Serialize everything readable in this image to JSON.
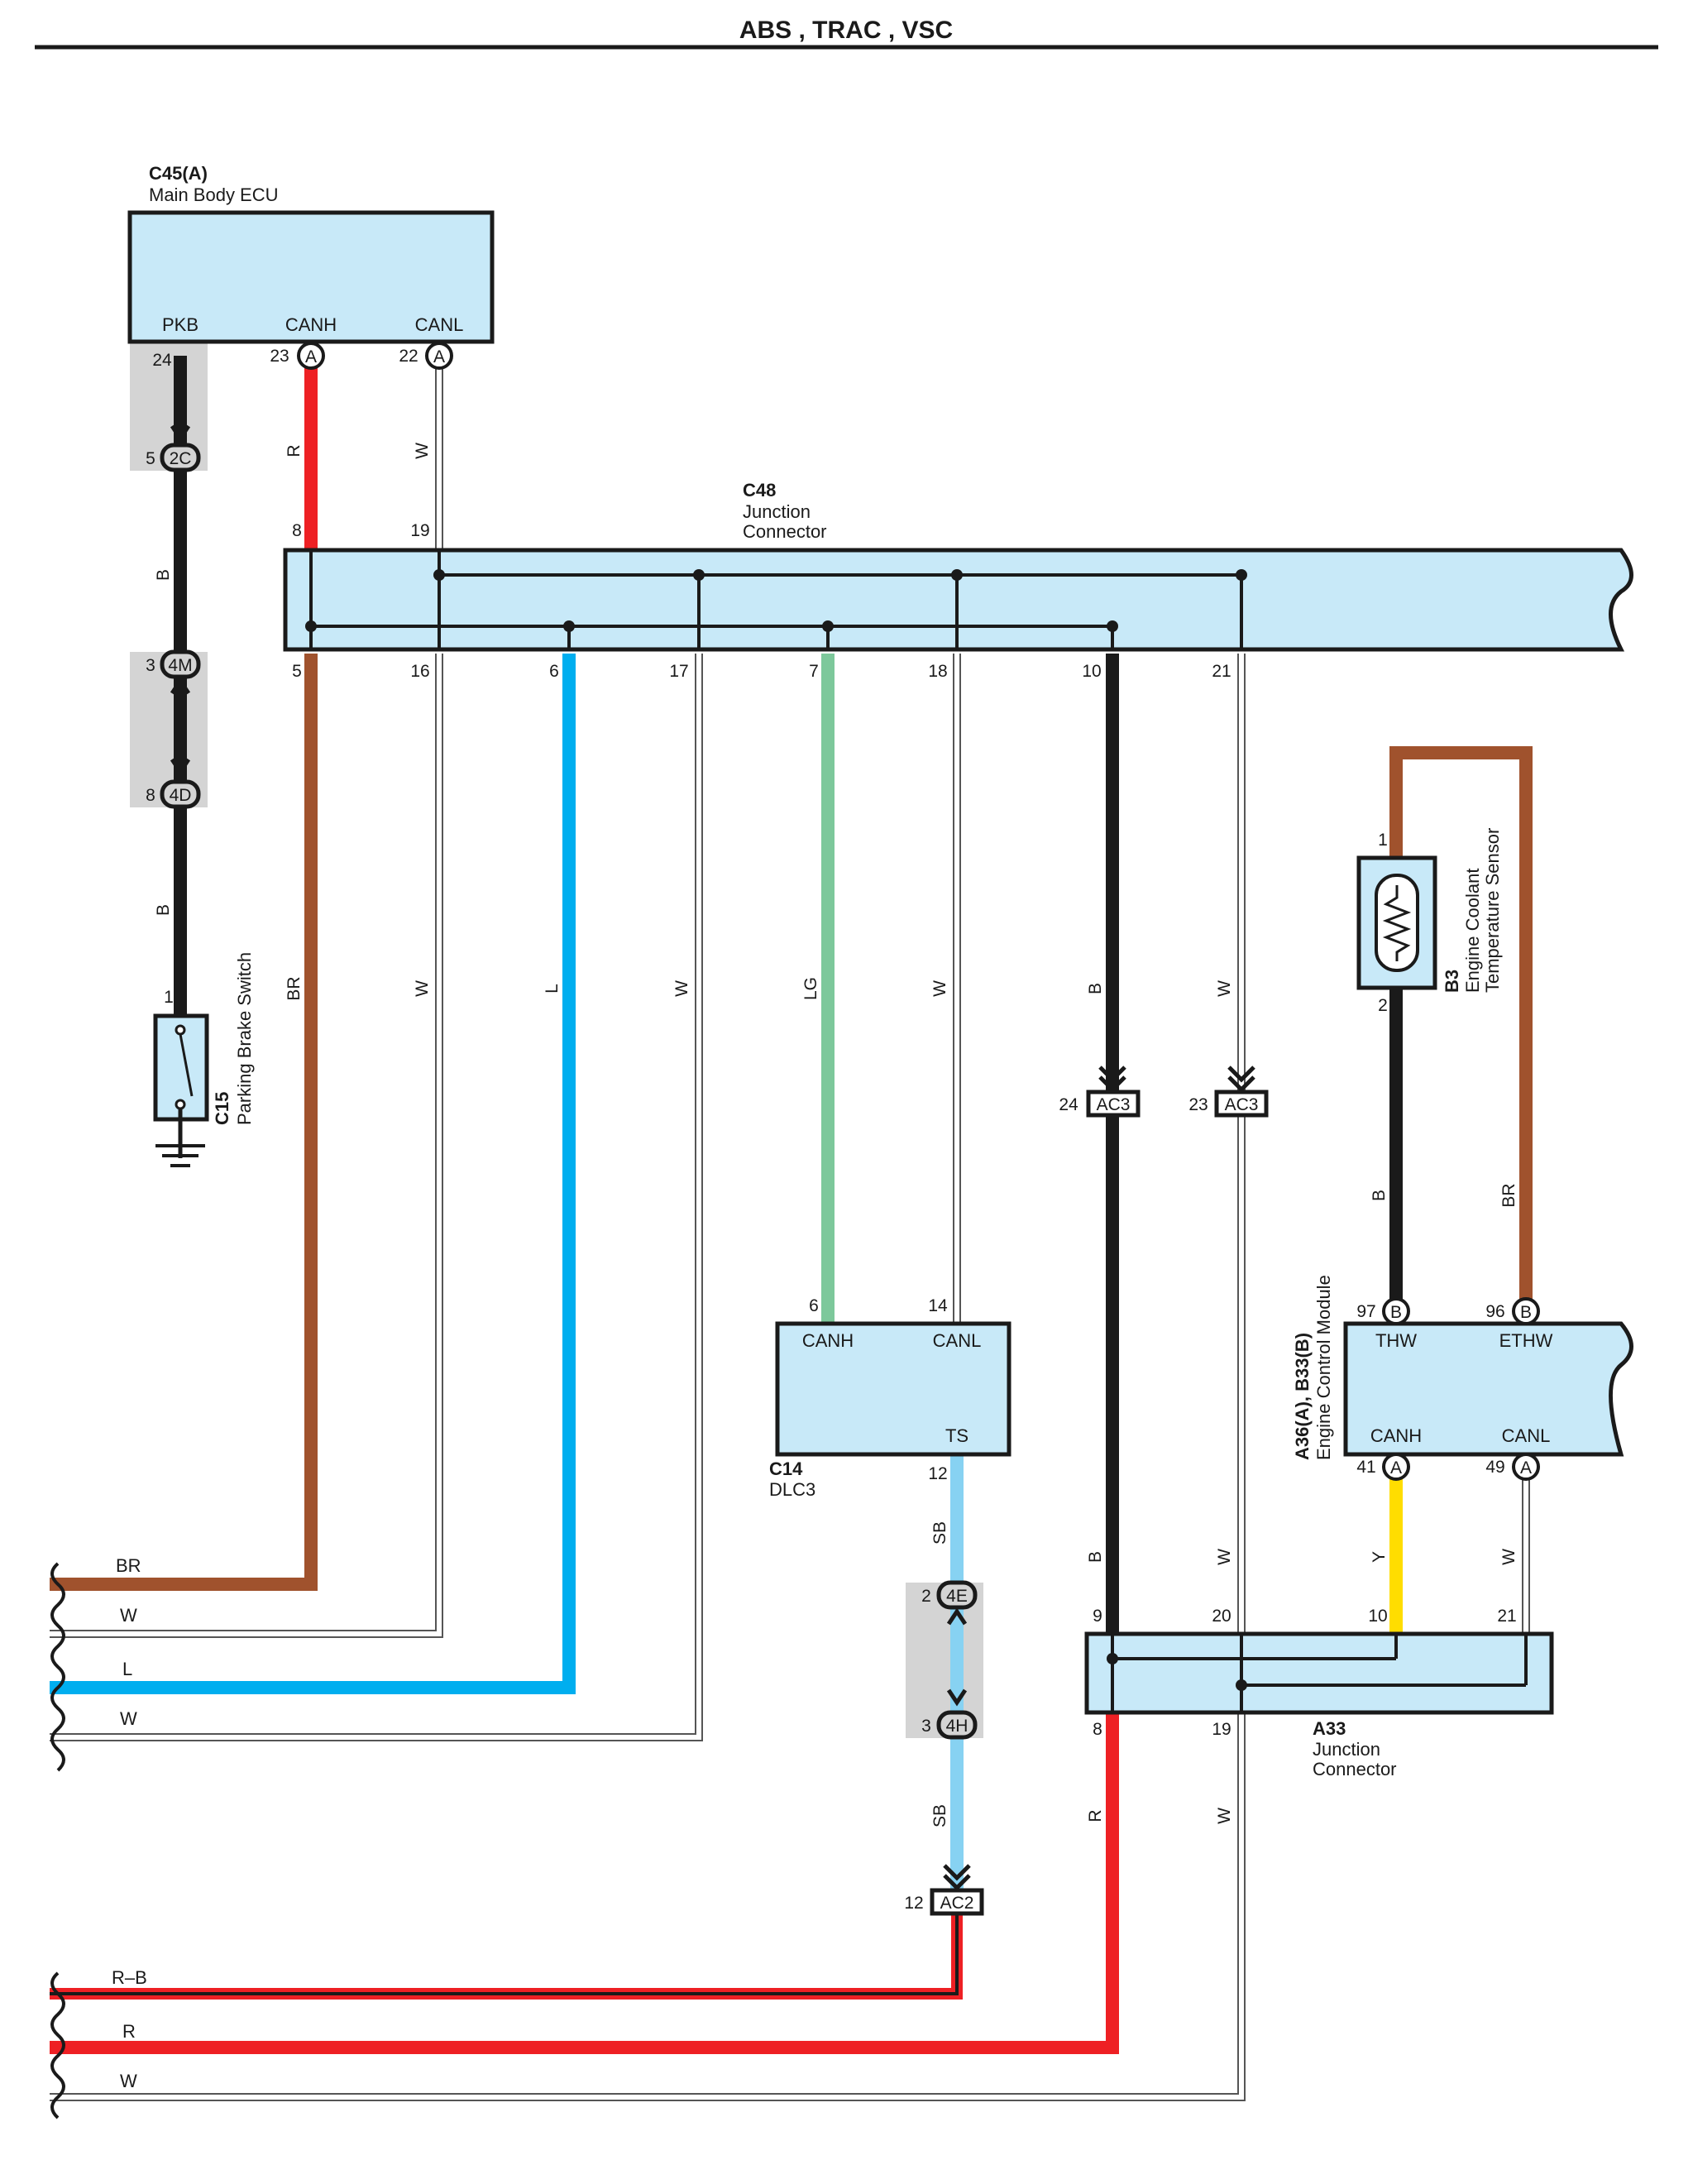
{
  "page": {
    "title": "ABS , TRAC , VSC",
    "colors": {
      "BR": "#a0522d",
      "W": "#ffffff",
      "L": "#00aeef",
      "LG": "#7dc89b",
      "B": "#1a1a1a",
      "R": "#ee2024",
      "SB": "#87d2f2",
      "Y": "#ffdd00",
      "box_fill": "#c8e9f8",
      "shade": "#d4d4d4"
    }
  },
  "components": {
    "c45": {
      "code": "C45(A)",
      "name": "Main Body ECU",
      "terminals": [
        {
          "label": "PKB",
          "pin": "24",
          "suffix": ""
        },
        {
          "label": "CANH",
          "pin": "23",
          "suffix": "A"
        },
        {
          "label": "CANL",
          "pin": "22",
          "suffix": "A"
        }
      ]
    },
    "c48": {
      "code": "C48",
      "name_line1": "Junction",
      "name_line2": "Connector",
      "top_pins": [
        "8",
        "19"
      ],
      "bottom_pins": [
        "5",
        "16",
        "6",
        "17",
        "7",
        "18",
        "10",
        "21"
      ]
    },
    "c15": {
      "code": "C15",
      "name": "Parking Brake Switch",
      "pin": "1"
    },
    "b3": {
      "code": "B3",
      "name_line1": "Engine Coolant",
      "name_line2": "Temperature Sensor",
      "pins": [
        "1",
        "2"
      ]
    },
    "c14": {
      "code": "C14",
      "name": "DLC3",
      "terminals": [
        "CANH",
        "CANL",
        "TS"
      ],
      "pins": [
        "6",
        "14",
        "12"
      ]
    },
    "ecm": {
      "code": "A36(A), B33(B)",
      "name": "Engine Control Module",
      "top_terminals": [
        {
          "label": "THW",
          "pin": "97",
          "suffix": "B"
        },
        {
          "label": "ETHW",
          "pin": "96",
          "suffix": "B"
        }
      ],
      "bottom_terminals": [
        {
          "label": "CANH",
          "pin": "41",
          "suffix": "A"
        },
        {
          "label": "CANL",
          "pin": "49",
          "suffix": "A"
        }
      ]
    },
    "a33": {
      "code": "A33",
      "name_line1": "Junction",
      "name_line2": "Connector",
      "top_pins": [
        "9",
        "20",
        "10",
        "21"
      ],
      "bottom_pins": [
        "8",
        "19"
      ]
    }
  },
  "connectors": {
    "j_2c": {
      "pin": "5",
      "code": "2C"
    },
    "j_4m": {
      "pin": "3",
      "code": "4M"
    },
    "j_4d": {
      "pin": "8",
      "code": "4D"
    },
    "j_4e": {
      "pin": "2",
      "code": "4E"
    },
    "j_4h": {
      "pin": "3",
      "code": "4H"
    },
    "ac3_a": {
      "pin": "24",
      "code": "AC3"
    },
    "ac3_b": {
      "pin": "23",
      "code": "AC3"
    },
    "ac2": {
      "pin": "12",
      "code": "AC2"
    }
  },
  "wire_labels": {
    "r_c45": "R",
    "w_c45": "W",
    "b_pkb1": "B",
    "b_pkb2": "B",
    "br_5": "BR",
    "w_16": "W",
    "l_6": "L",
    "w_17": "W",
    "lg_7": "LG",
    "w_18": "W",
    "b_10": "B",
    "w_21": "W",
    "b_ac3": "B",
    "w_ac3": "W",
    "sb_ts": "SB",
    "sb_4h": "SB",
    "b_thw": "B",
    "br_ethw": "BR",
    "y_ecm": "Y",
    "w_ecm": "W",
    "r_a33": "R",
    "w_a33": "W"
  },
  "continuation_labels": [
    "BR",
    "W",
    "L",
    "W",
    "R–B",
    "R",
    "W"
  ]
}
